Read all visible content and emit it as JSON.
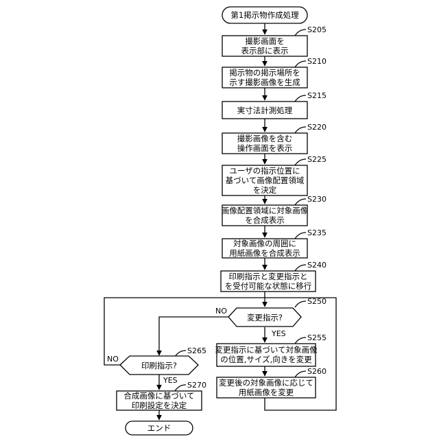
{
  "nodes": {
    "start": {
      "lines": [
        "第1掲示物作成処理"
      ]
    },
    "s205": {
      "step": "S205",
      "lines": [
        "撮影画面を",
        "表示部に表示"
      ]
    },
    "s210": {
      "step": "S210",
      "lines": [
        "掲示物の掲示場所を",
        "示す撮影画像を生成"
      ]
    },
    "s215": {
      "step": "S215",
      "lines": [
        "実寸法計測処理"
      ]
    },
    "s220": {
      "step": "S220",
      "lines": [
        "撮影画像を含む",
        "操作画面を表示"
      ]
    },
    "s225": {
      "step": "S225",
      "lines": [
        "ユーザの指示位置に",
        "基づいて画像配置領域",
        "を決定"
      ]
    },
    "s230": {
      "step": "S230",
      "lines": [
        "画像配置領域に対象画像",
        "を合成表示"
      ]
    },
    "s235": {
      "step": "S235",
      "lines": [
        "対象画像の周囲に",
        "用紙画像を合成表示"
      ]
    },
    "s240": {
      "step": "S240",
      "lines": [
        "印刷指示と変更指示と",
        "を受付可能な状態に移行"
      ]
    },
    "s250": {
      "step": "S250",
      "lines": [
        "変更指示?"
      ]
    },
    "s255": {
      "step": "S255",
      "lines": [
        "変更指示に基づいて対象画像",
        "の位置,サイズ,向きを変更"
      ]
    },
    "s260": {
      "step": "S260",
      "lines": [
        "変更後の対象画像に応じて",
        "用紙画像を変更"
      ]
    },
    "s265": {
      "step": "S265",
      "lines": [
        "印刷指示?"
      ]
    },
    "s270": {
      "step": "S270",
      "lines": [
        "合成画像に基づいて",
        "印刷設定を決定"
      ]
    },
    "end": {
      "lines": [
        "エンド"
      ]
    }
  },
  "edge_labels": {
    "s250_no": "NO",
    "s250_yes": "YES",
    "s265_no": "NO",
    "s265_yes": "YES"
  }
}
